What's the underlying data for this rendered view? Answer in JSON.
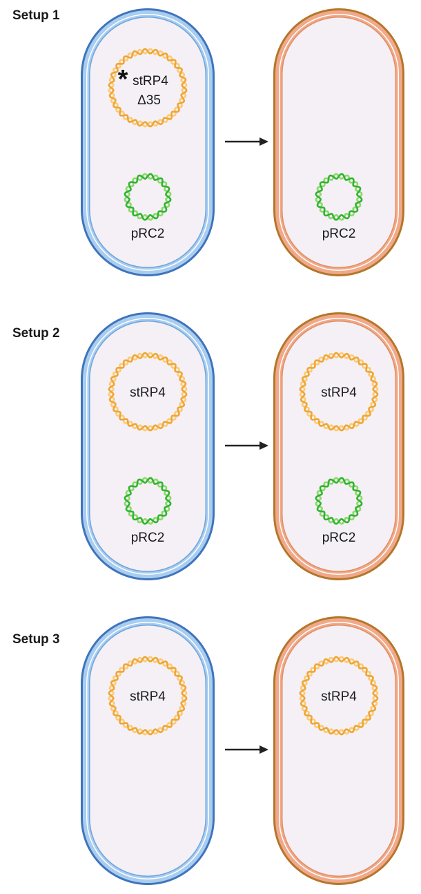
{
  "colors": {
    "donor_outer": "#3f74bd",
    "donor_mid": "#a8cdef",
    "donor_inner": "#6fa3dc",
    "recipient_outer": "#b5762a",
    "recipient_mid": "#f0a98a",
    "recipient_inner": "#e08f62",
    "cytoplasm": "#f4f0f6",
    "plasmid_orange_a": "#f2a530",
    "plasmid_orange_b": "#f8cc78",
    "plasmid_green_a": "#2fb52f",
    "plasmid_green_b": "#8fd86a",
    "arrow": "#222222"
  },
  "setups": [
    {
      "label": "Setup 1",
      "donor": {
        "cell_type": "donor",
        "plasmids": [
          {
            "name": "stRP4",
            "sublabel": "Δ35",
            "kind": "large",
            "color": "orange",
            "mutation_marker": "*"
          },
          {
            "name": "pRC2",
            "kind": "small",
            "color": "green"
          }
        ]
      },
      "transfer_arrow": "arrow-right",
      "recipient": {
        "cell_type": "recipient",
        "plasmids": [
          {
            "name": "pRC2",
            "kind": "small",
            "color": "green"
          }
        ]
      }
    },
    {
      "label": "Setup 2",
      "donor": {
        "cell_type": "donor",
        "plasmids": [
          {
            "name": "stRP4",
            "kind": "large",
            "color": "orange"
          },
          {
            "name": "pRC2",
            "kind": "small",
            "color": "green"
          }
        ]
      },
      "transfer_arrow": "arrow-right",
      "recipient": {
        "cell_type": "recipient",
        "plasmids": [
          {
            "name": "stRP4",
            "kind": "large",
            "color": "orange"
          },
          {
            "name": "pRC2",
            "kind": "small",
            "color": "green"
          }
        ]
      }
    },
    {
      "label": "Setup 3",
      "donor": {
        "cell_type": "donor",
        "plasmids": [
          {
            "name": "stRP4",
            "kind": "large",
            "color": "orange"
          }
        ]
      },
      "transfer_arrow": "arrow-right",
      "recipient": {
        "cell_type": "recipient",
        "plasmids": [
          {
            "name": "stRP4",
            "kind": "large",
            "color": "orange"
          }
        ]
      }
    }
  ]
}
